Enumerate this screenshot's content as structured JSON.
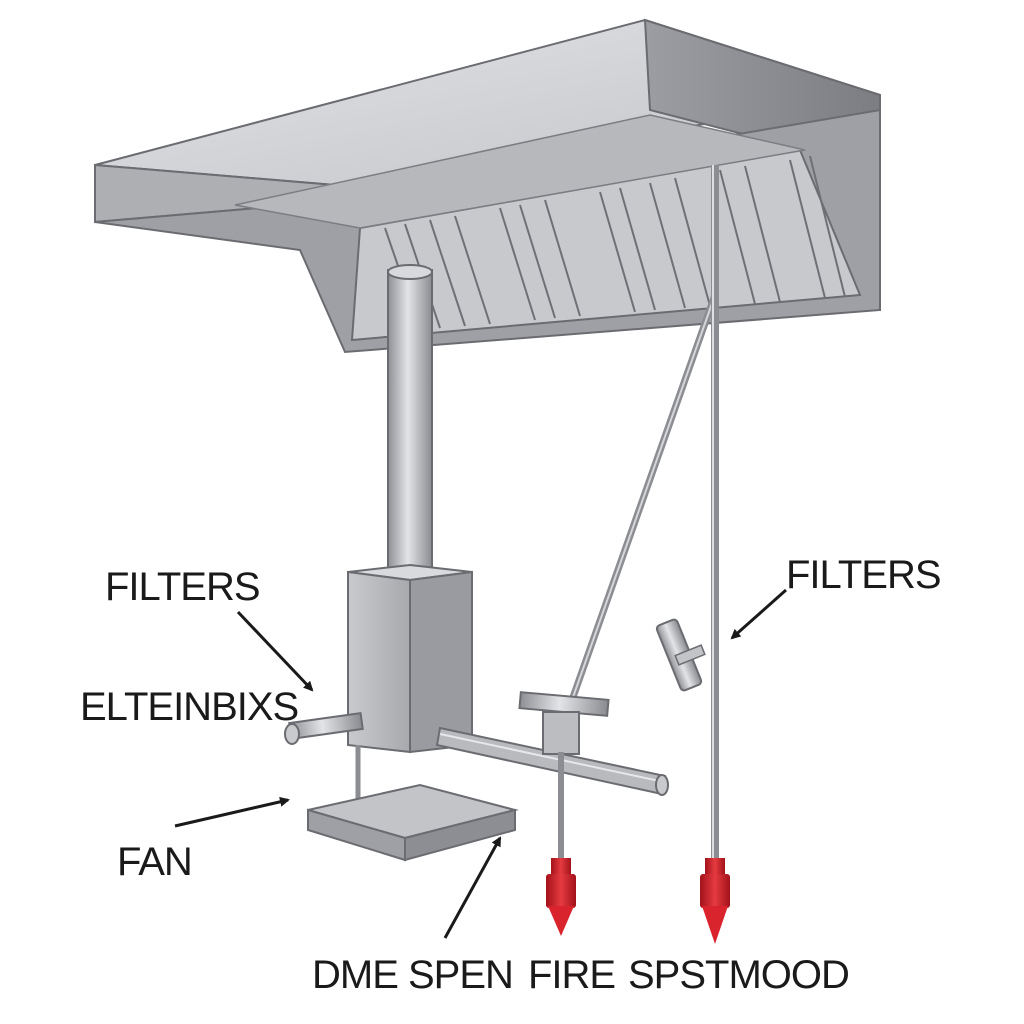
{
  "labels": {
    "filters_left": "FILTERS",
    "elteinbixs": "ELTEINBIXS",
    "fan": "FAN",
    "dme_spen": "DME SPEN",
    "fire": "FIRE",
    "spstmood": "SPSTMOOD",
    "filters_right": "FILTERS"
  },
  "colors": {
    "metal_light": "#d4d5d8",
    "metal_mid": "#a9aaae",
    "metal_dark": "#7c7d82",
    "outline": "#5f6065",
    "nozzle_red": "#d9232d",
    "arrow": "#1a1a1a"
  }
}
